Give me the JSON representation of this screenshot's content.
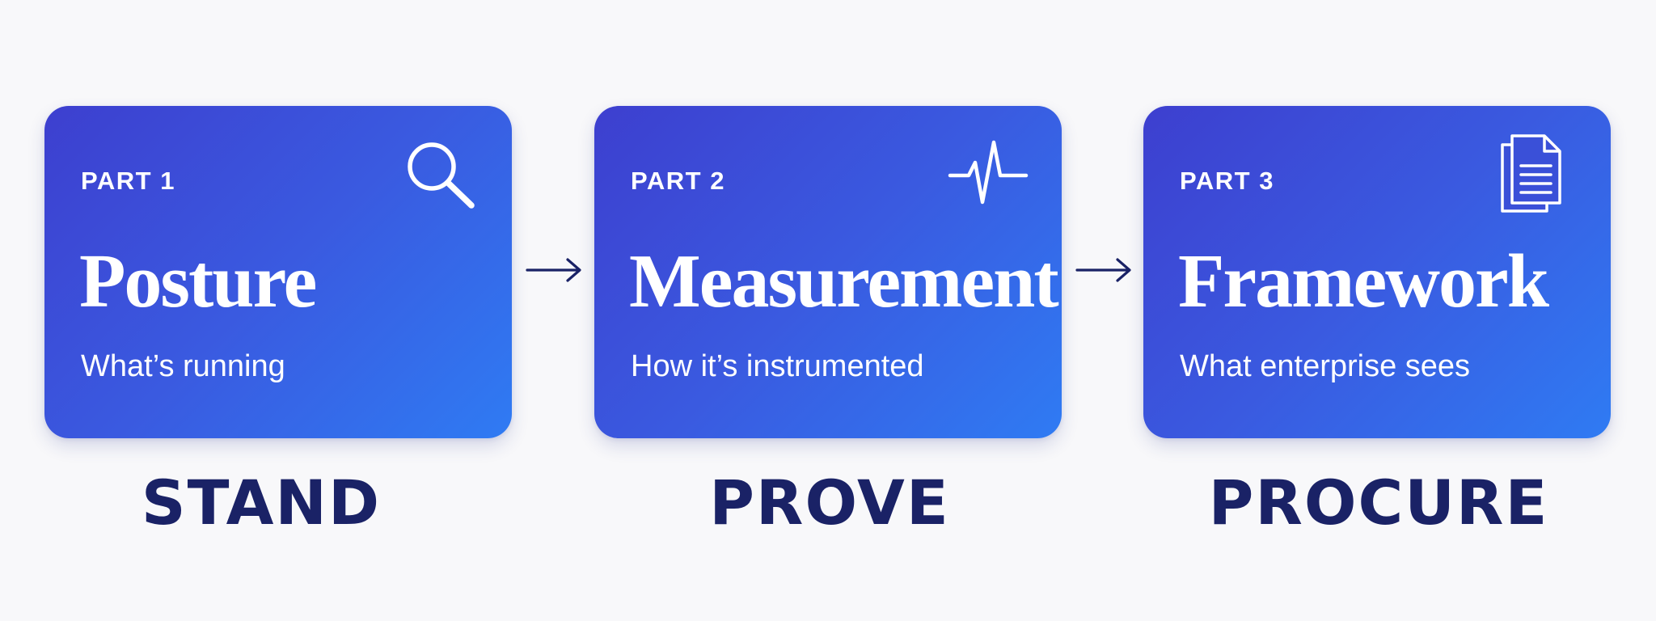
{
  "steps": [
    {
      "part": "PART 1",
      "title": "Posture",
      "subtitle": "What’s running",
      "icon": "magnifying-glass-icon",
      "stage": "STAND"
    },
    {
      "part": "PART 2",
      "title": "Measurement",
      "subtitle": "How it’s instrumented",
      "icon": "pulse-icon",
      "stage": "PROVE"
    },
    {
      "part": "PART 3",
      "title": "Framework",
      "subtitle": "What enterprise sees",
      "icon": "documents-icon",
      "stage": "PROCURE"
    }
  ],
  "connector_icon": "arrow-right-icon",
  "colors": {
    "background": "#f8f8fa",
    "card_gradient_start": "#3d3fcf",
    "card_gradient_end": "#2f7bf3",
    "card_text": "#ffffff",
    "stage_text": "#1a2266",
    "arrow": "#1a2266"
  }
}
